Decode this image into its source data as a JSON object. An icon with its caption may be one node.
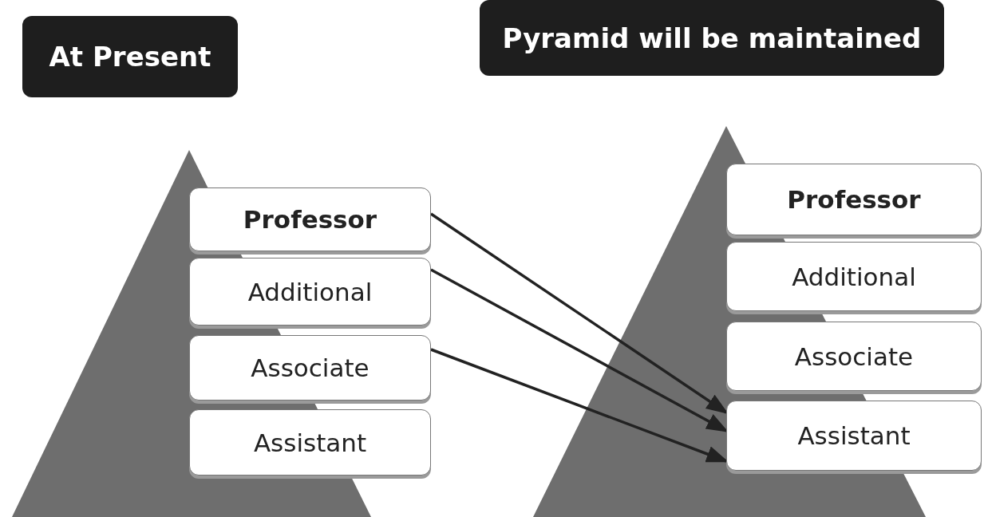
{
  "diagram": {
    "nodes": [
      {
        "text": [
          "At Present"
        ]
      },
      {
        "text": [
          "Pyramid will be maintained"
        ]
      },
      {
        "text": [
          "Professor"
        ]
      },
      {
        "text": [
          "Additional"
        ]
      },
      {
        "text": [
          "Associate"
        ]
      },
      {
        "text": [
          "Assistant"
        ]
      },
      {
        "text": [
          "Professor"
        ]
      },
      {
        "text": [
          "Additional"
        ]
      },
      {
        "text": [
          "Associate"
        ]
      },
      {
        "text": [
          "Assistant"
        ]
      }
    ],
    "edges": [
      {
        "from": 2,
        "to": 9,
        "arrow": "to"
      },
      {
        "from": 3,
        "to": 9,
        "arrow": "to"
      },
      {
        "from": 4,
        "to": 9,
        "arrow": "to"
      }
    ]
  }
}
